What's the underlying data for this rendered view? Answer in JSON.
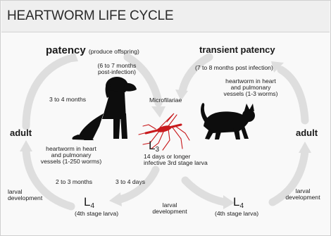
{
  "title": "HEARTWORM LIFE CYCLE",
  "patency": {
    "label": "patency",
    "note": "(produce offspring)"
  },
  "patency_timing": {
    "line1": "(6 to 7 months",
    "line2": "post-infection)"
  },
  "transient_patency": {
    "label": "transient patency",
    "note": "(7 to 8 months post infection)"
  },
  "cat_worms": {
    "line1": "heartworm in heart",
    "line2": "and pulmonary",
    "line3": "vessels (1-3 worms)"
  },
  "dog_months": "3 to 4 months",
  "microfilariae": "Microfilariae",
  "adult_left": "adult",
  "adult_right": "adult",
  "dog_worms": {
    "line1": "heartworm in heart",
    "line2": "and pulmonary",
    "line3": "vessels (1-250 worms)"
  },
  "l3": {
    "letter": "L",
    "sub": "3",
    "line1": "14 days or longer",
    "line2": "infective 3rd stage larva"
  },
  "two_three_months": "2 to 3 months",
  "three_four_days": "3 to 4 days",
  "larval_dev_left": {
    "line1": "larval",
    "line2": "development"
  },
  "l4_left": {
    "letter": "L",
    "sub": "4",
    "caption": "(4th stage larva)"
  },
  "larval_dev_center": {
    "line1": "larval",
    "line2": "development"
  },
  "l4_right": {
    "letter": "L",
    "sub": "4",
    "caption": "(4th stage larva)"
  },
  "larval_dev_right": {
    "line1": "larval",
    "line2": "development"
  },
  "colors": {
    "arrow": "#dedede",
    "silhouette": "#0d0d0d",
    "mosquito": "#c8191c",
    "header": "#efefef"
  }
}
